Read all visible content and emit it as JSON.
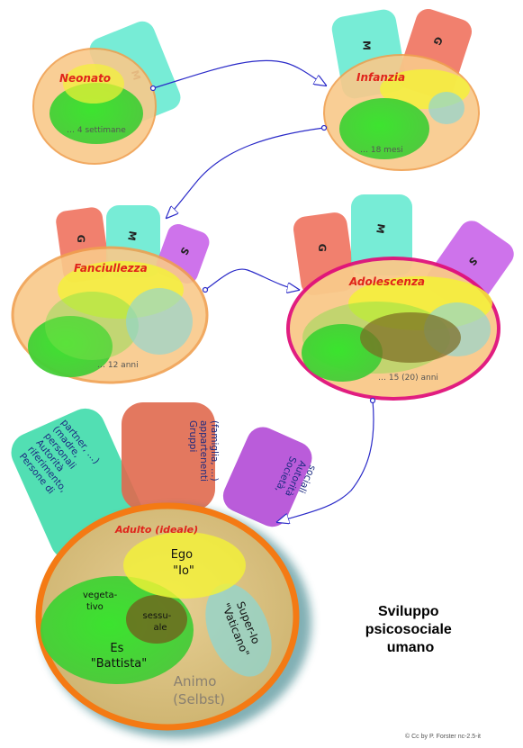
{
  "stages": {
    "neonato": {
      "title": "Neonato",
      "age": "… 4 settimane",
      "tabs": {
        "m": "M"
      }
    },
    "infanzia": {
      "title": "Infanzia",
      "age": "… 18 mesi",
      "tabs": {
        "m": "M",
        "g": "G"
      }
    },
    "fanciullezza": {
      "title": "Fanciullezza",
      "age": "… 12 anni",
      "tabs": {
        "g": "G",
        "m": "M",
        "s": "S"
      }
    },
    "adolescenza": {
      "title": "Adolescenza",
      "age": "… 15 (20) anni",
      "tabs": {
        "g": "G",
        "m": "M",
        "s": "S"
      }
    }
  },
  "adult": {
    "title": "Adulto (ideale)",
    "tab_persone": [
      "Persone di",
      "riferimento,",
      "Autorità",
      "personali",
      "(madre,",
      "partner, …)"
    ],
    "tab_gruppi": [
      "Gruppi",
      "appartenenti",
      "(famiglia, …)"
    ],
    "tab_societa": [
      "Società,",
      "Autorità",
      "sociali"
    ],
    "ego": [
      "Ego",
      "\"Io\""
    ],
    "vegetativo": [
      "vegeta-",
      "tivo"
    ],
    "sessuale": [
      "sessu-",
      "ale"
    ],
    "es": [
      "Es",
      "\"Battista\""
    ],
    "superio": [
      "Super-Io",
      "\"Vaticano\""
    ],
    "animo": [
      "Animo",
      "(Selbst)"
    ]
  },
  "caption": [
    "Sviluppo",
    "psicosociale",
    "umano"
  ],
  "credit": "© Cc by P. Forster nc-2.5-it",
  "colors": {
    "body_fill": "#f9c98a",
    "body_stroke": "#f0a050",
    "adolescent_ring": "#e0117a",
    "adult_ring": "#f47a14",
    "green": "#44d436",
    "yellow": "#f4f236",
    "teal_tab": "#5fe9cf",
    "red_tab": "#ef6a55",
    "purple_tab": "#c65ae8",
    "arrow": "#2a2ac8",
    "title_red": "#e0241b"
  }
}
